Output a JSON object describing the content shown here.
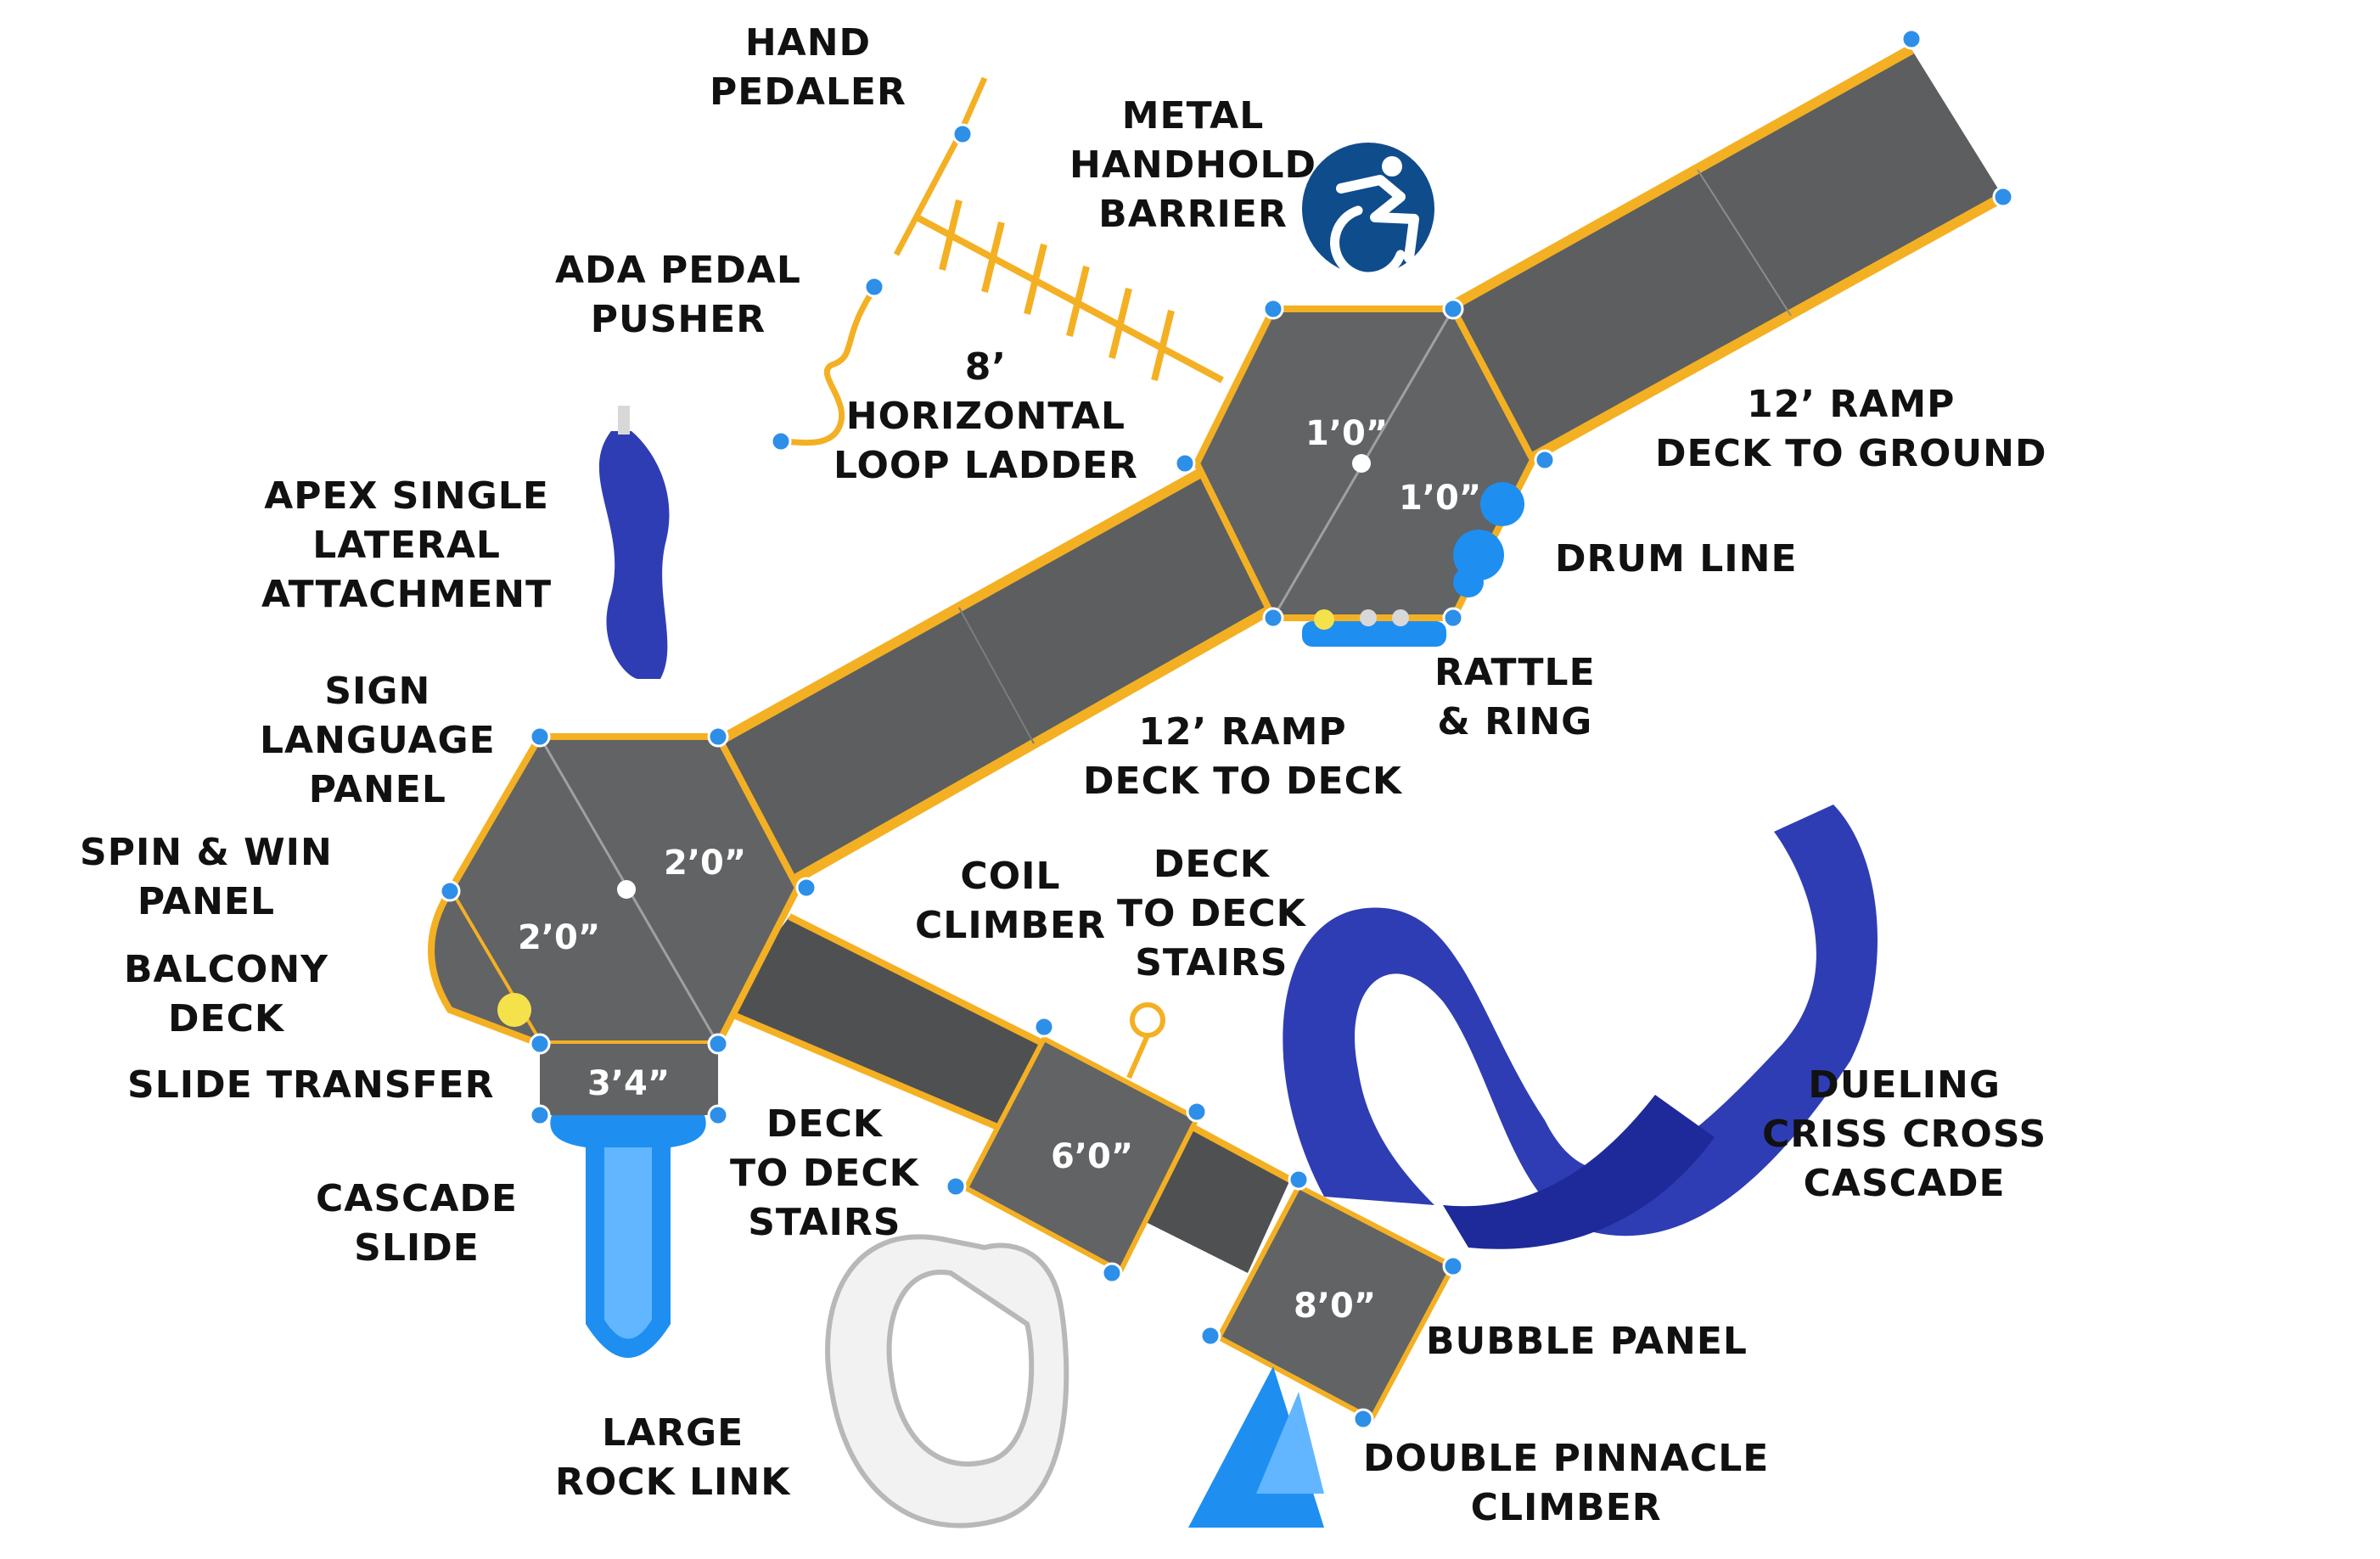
{
  "colors": {
    "deck": "#5f6163",
    "rail": "#f4b023",
    "connector": "#2d8fe8",
    "blue": "#2f3db4",
    "lightBlue": "#1e8ff0",
    "rock": "#e6e6e6",
    "adaBadge": "#0f4c8c"
  },
  "icons": {
    "accessibility": "wheelchair-accessibility-icon"
  },
  "labels": {
    "hand_pedaler": [
      "HAND",
      "PEDALER"
    ],
    "metal_handhold_barrier": [
      "METAL",
      "HANDHOLD",
      "BARRIER"
    ],
    "ada_pedal_pusher": [
      "ADA PEDAL",
      "PUSHER"
    ],
    "horizontal_loop_ladder": [
      "8’",
      "HORIZONTAL",
      "LOOP LADDER"
    ],
    "ramp_deck_to_ground": [
      "12’ RAMP",
      "DECK TO GROUND"
    ],
    "drum_line": [
      "DRUM LINE"
    ],
    "apex_single_lateral": [
      "APEX SINGLE",
      "LATERAL",
      "ATTACHMENT"
    ],
    "rattle_ring": [
      "RATTLE",
      "& RING"
    ],
    "ramp_deck_to_deck": [
      "12’ RAMP",
      "DECK TO DECK"
    ],
    "sign_language_panel": [
      "SIGN",
      "LANGUAGE",
      "PANEL"
    ],
    "spin_win_panel": [
      "SPIN & WIN",
      "PANEL"
    ],
    "balcony_deck": [
      "BALCONY",
      "DECK"
    ],
    "slide_transfer": [
      "SLIDE TRANSFER"
    ],
    "coil_climber": [
      "COIL",
      "CLIMBER"
    ],
    "deck_stairs_upper": [
      "DECK",
      "TO DECK",
      "STAIRS"
    ],
    "deck_stairs_lower": [
      "DECK",
      "TO DECK",
      "STAIRS"
    ],
    "dueling_criss_cross": [
      "DUELING",
      "CRISS CROSS",
      "CASCADE"
    ],
    "cascade_slide": [
      "CASCADE",
      "SLIDE"
    ],
    "bubble_panel": [
      "BUBBLE PANEL"
    ],
    "large_rock_link": [
      "LARGE",
      "ROCK LINK"
    ],
    "double_pinnacle": [
      "DOUBLE PINNACLE",
      "CLIMBER"
    ]
  },
  "decks": {
    "top_left": "1’0”",
    "top_right": "1’0”",
    "left_upper": "2’0”",
    "left_lower": "2’0”",
    "transfer": "3’4”",
    "middle": "6’0”",
    "right": "8’0”"
  }
}
